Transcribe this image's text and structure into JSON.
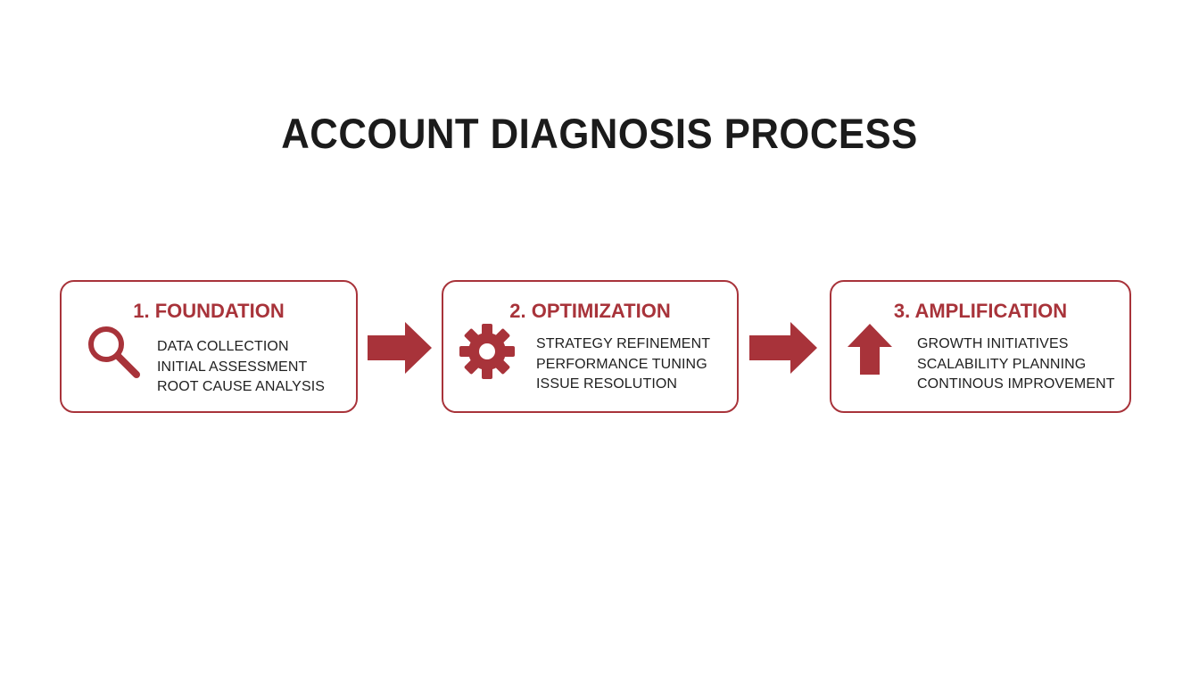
{
  "title": "ACCOUNT DIAGNOSIS PROCESS",
  "colors": {
    "accent": "#a8333a",
    "text": "#1f1f1f",
    "title": "#1b1b1b",
    "background": "#ffffff"
  },
  "stages": [
    {
      "heading": "1. FOUNDATION",
      "icon": "magnifying-glass-icon",
      "items": [
        "DATA COLLECTION",
        "INITIAL ASSESSMENT",
        "ROOT CAUSE ANALYSIS"
      ]
    },
    {
      "heading": "2. OPTIMIZATION",
      "icon": "gear-icon",
      "items": [
        "STRATEGY REFINEMENT",
        "PERFORMANCE TUNING",
        "ISSUE RESOLUTION"
      ]
    },
    {
      "heading": "3. AMPLIFICATION",
      "icon": "up-arrow-icon",
      "items": [
        "GROWTH INITIATIVES",
        "SCALABILITY PLANNING",
        "CONTINOUS IMPROVEMENT"
      ]
    }
  ],
  "connectors": [
    {
      "icon": "right-arrow-icon"
    },
    {
      "icon": "right-arrow-icon"
    }
  ]
}
